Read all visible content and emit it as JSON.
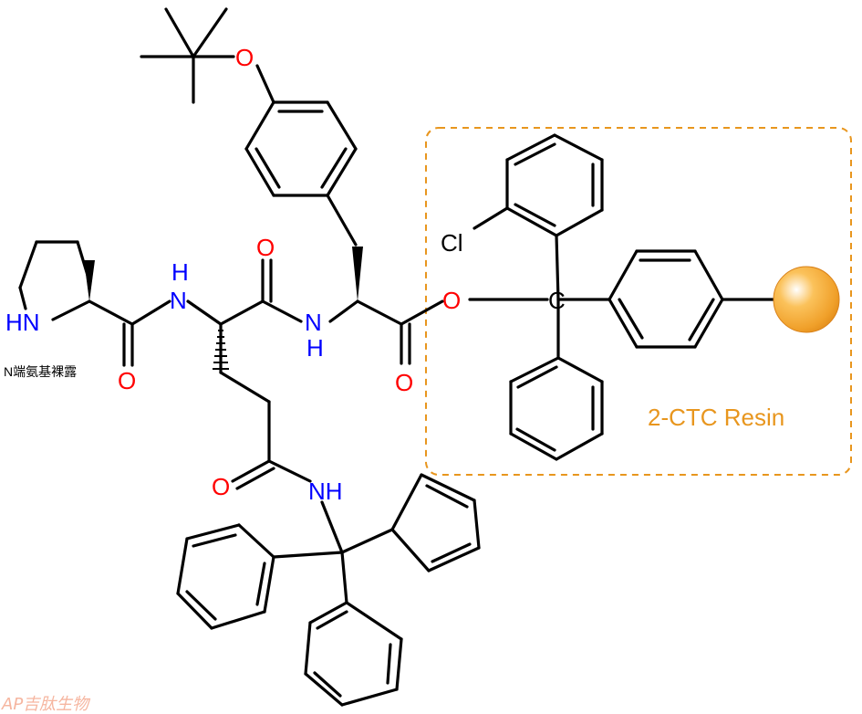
{
  "atoms": {
    "o_tbu": "O",
    "hn_pro": "HN",
    "n_note": "N端氨基裸露",
    "o_pro_carbonyl": "O",
    "h_gln_n": "H",
    "n_gln": "N",
    "o_gln_carbonyl": "O",
    "n_tyr": "N",
    "h_tyr_n": "H",
    "o_tyr_carbonyl": "O",
    "o_ester": "O",
    "cl": "Cl",
    "c_trityl": "C",
    "o_amide_side": "O",
    "nh_trt": "NH"
  },
  "resin": {
    "label": "2-CTC Resin",
    "accent": "#e8961e"
  },
  "colors": {
    "oxygen": "#ff0000",
    "nitrogen": "#0000ff",
    "chlorine": "#000000",
    "bond": "#000000"
  },
  "watermark": {
    "text": "AP吉肽生物",
    "color": "#f6b6a0"
  }
}
